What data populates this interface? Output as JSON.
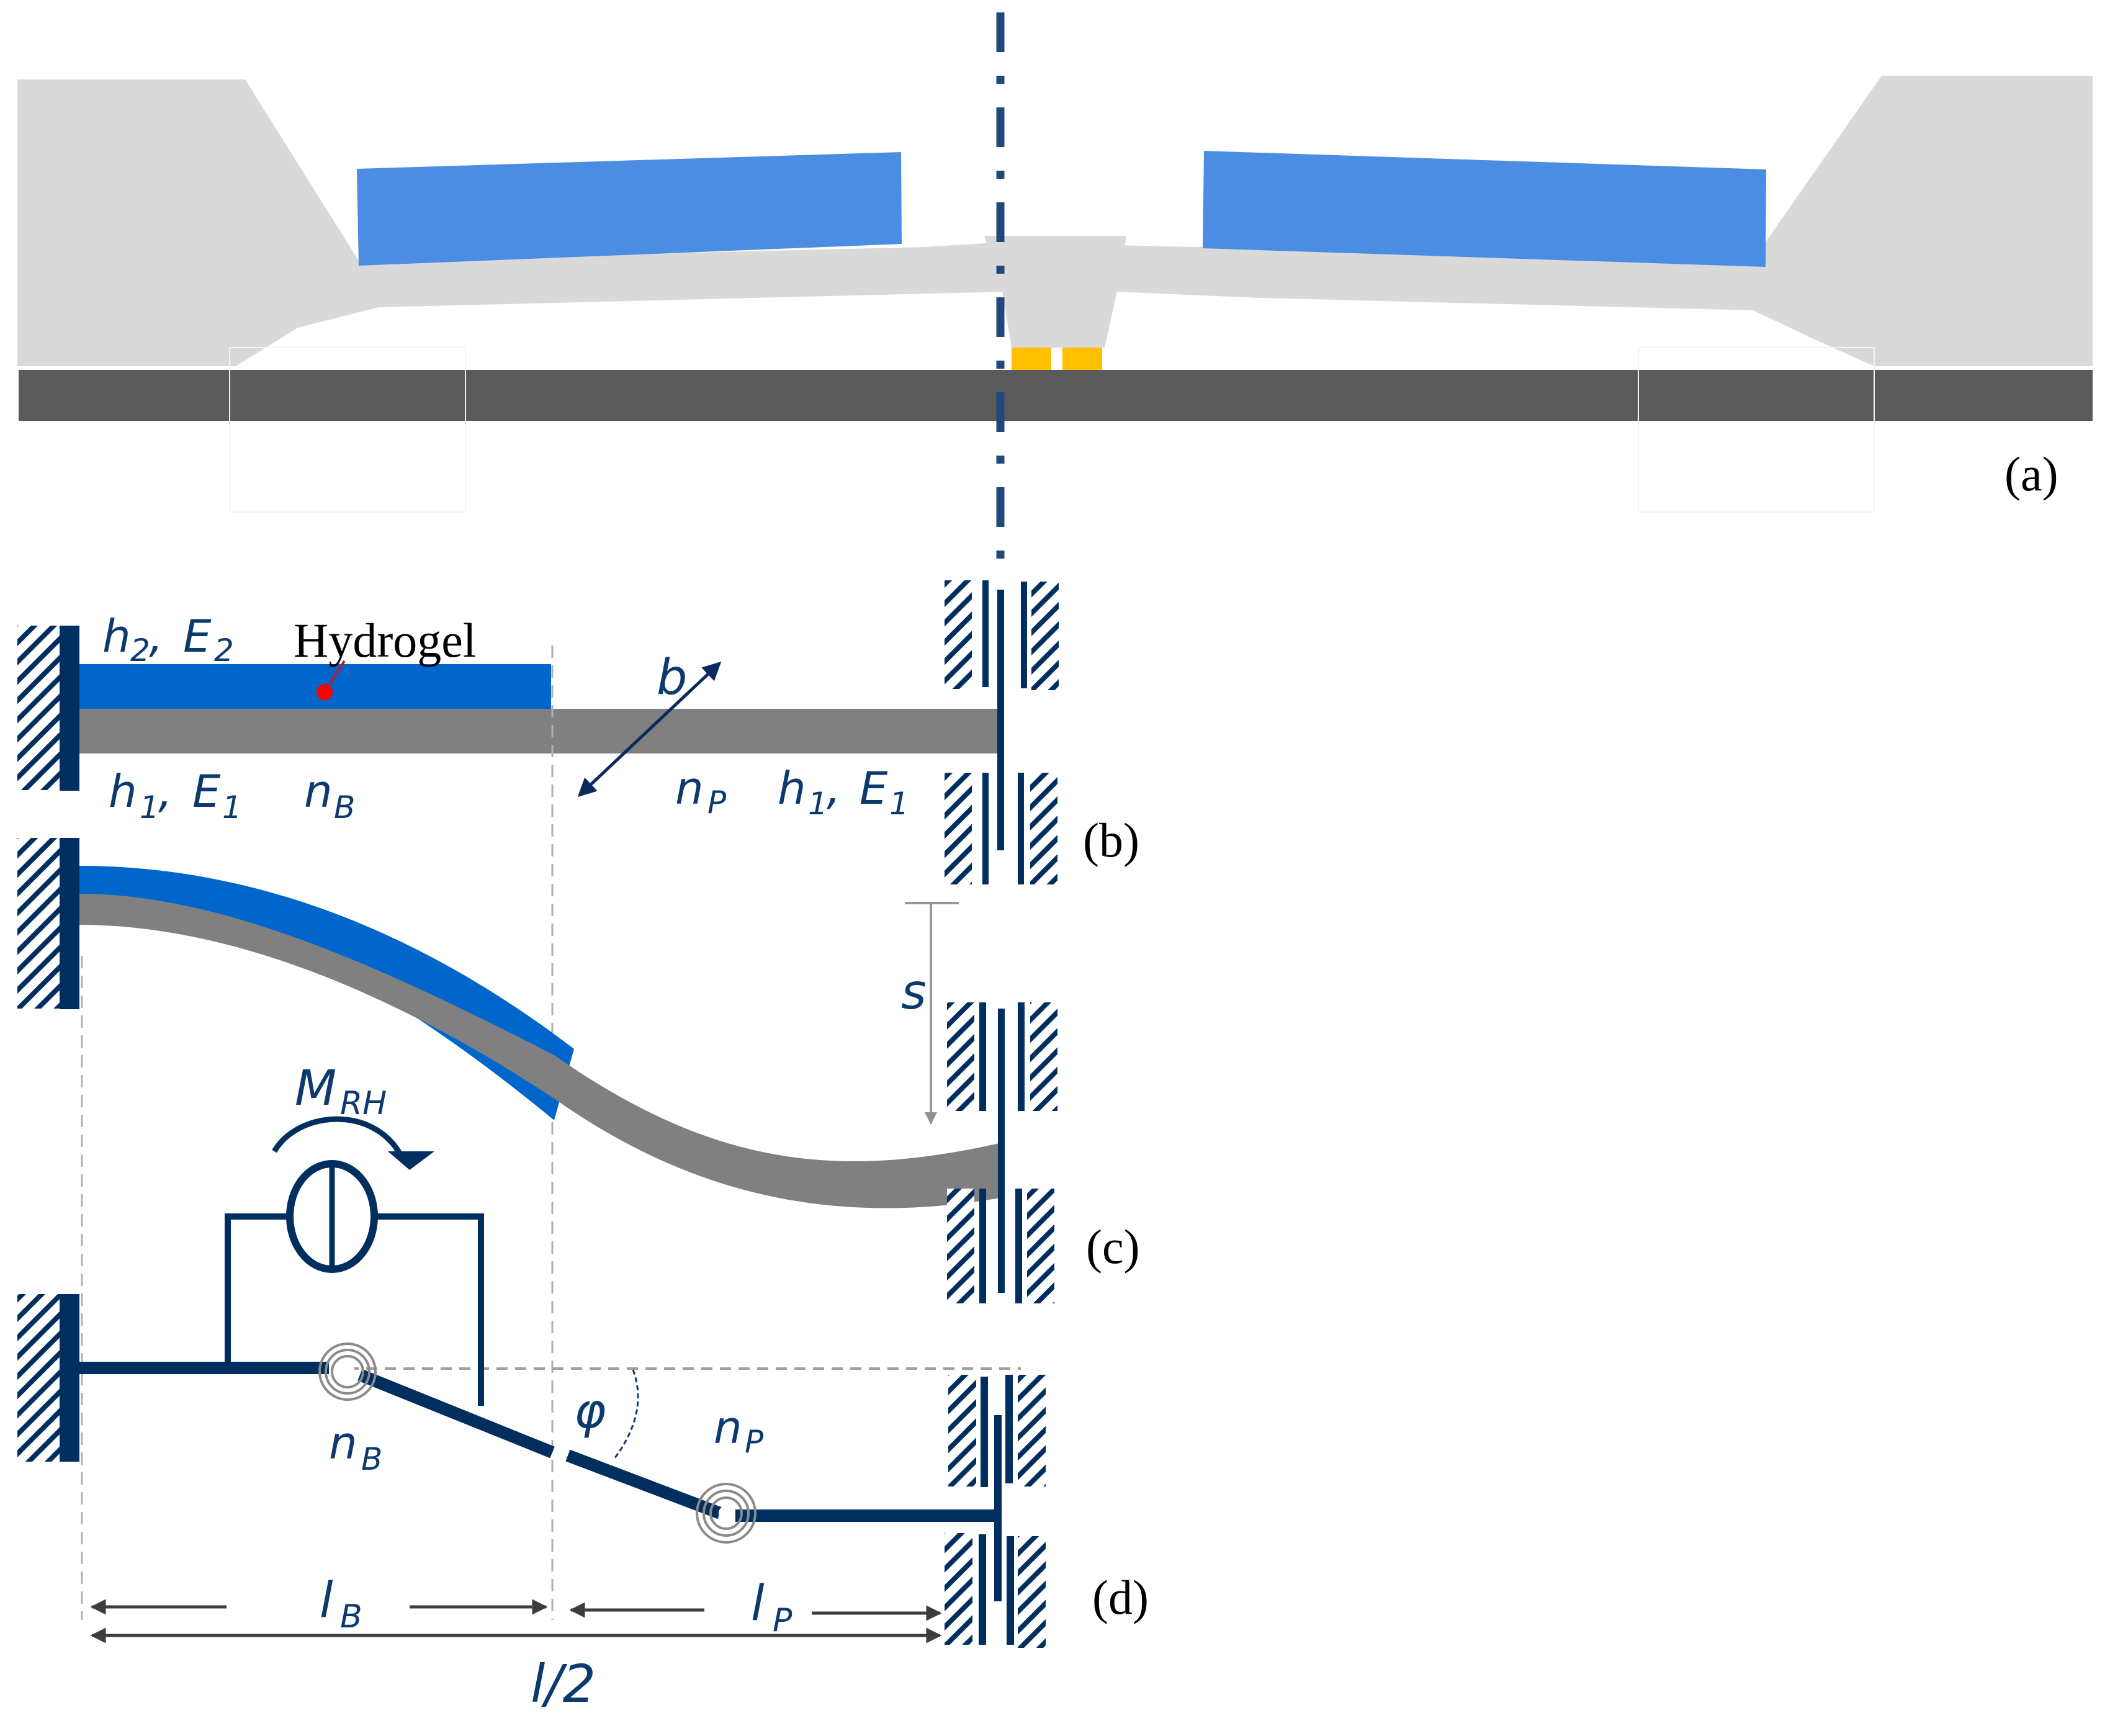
{
  "figure": {
    "panels": {
      "a": {
        "label": "(a)"
      },
      "b": {
        "label": "(b)"
      },
      "c": {
        "label": "(c)"
      },
      "d": {
        "label": "(d)"
      }
    },
    "colors": {
      "hydrogel_light": "#4a8de3",
      "hydrogel": "#0066cc",
      "membrane_light": "#d9d9d9",
      "beam": "#808080",
      "substrate": "#5a5a5a",
      "contact": "#ffc000",
      "navy": "#002f5f",
      "axis": "#1f497d",
      "marker": "#ff0000",
      "dim_arrow": "#3a3d3d",
      "dash": "#a0a0a0"
    },
    "labels": {
      "hydrogel": "Hydrogel",
      "h2": "h",
      "h2_sub": "2",
      "E2": "E",
      "E2_sub": "2",
      "h1_left": "h",
      "h1_left_sub": "1",
      "E1_left": "E",
      "E1_left_sub": "1",
      "nB_b": "n",
      "nB_b_sub": "B",
      "b": "b",
      "nP_b": "n",
      "nP_b_sub": "P",
      "h1_right": "h",
      "h1_right_sub": "1",
      "E1_right": "E",
      "E1_right_sub": "1",
      "comma": ",",
      "s": "s",
      "M": "M",
      "M_sub": "RH",
      "nB_d": "n",
      "nB_d_sub": "B",
      "phi": "φ",
      "nP_d": "n",
      "nP_d_sub": "P",
      "lB": "l",
      "lB_sub": "B",
      "lP": "l",
      "lP_sub": "P",
      "l_half": "l/2"
    }
  }
}
